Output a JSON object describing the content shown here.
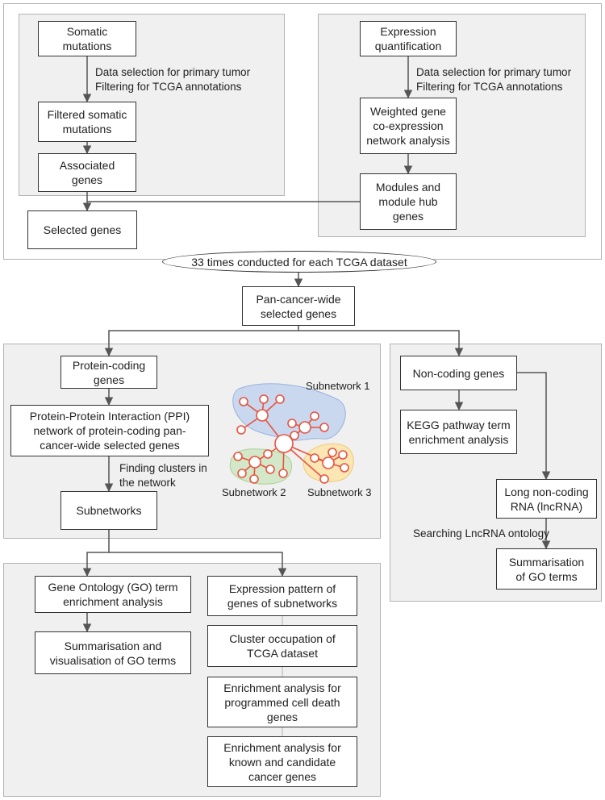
{
  "colors": {
    "panel_bg": "#f0f0f0",
    "line": "#555555",
    "network_edge": "#e8533f",
    "subnetwork1_fill": "#c9d7ef",
    "subnetwork2_fill": "#d3e8c8",
    "subnetwork3_fill": "#fbe6b4"
  },
  "top": {
    "somatic": "Somatic\nmutations",
    "somatic_filter_label": "Data selection for primary tumor\nFiltering for TCGA annotations",
    "filtered_somatic": "Filtered somatic\nmutations",
    "associated_genes": "Associated\ngenes",
    "selected_genes": "Selected genes",
    "expression": "Expression\nquantification",
    "expression_filter_label": "Data selection for primary tumor\nFiltering for TCGA annotations",
    "wgcna": "Weighted gene\nco-expression\nnetwork analysis",
    "modules": "Modules and\nmodule hub\ngenes"
  },
  "oval": "33 times conducted for each TCGA dataset",
  "pan_cancer": "Pan-cancer-wide\nselected genes",
  "coding": {
    "protein_coding": "Protein-coding\ngenes",
    "ppi": "Protein-Protein Interaction (PPI)\nnetwork of protein-coding pan-\ncancer-wide selected genes",
    "clusters_label": "Finding clusters in\nthe network",
    "subnetworks": "Subnetworks",
    "subnetwork_1": "Subnetwork 1",
    "subnetwork_2": "Subnetwork 2",
    "subnetwork_3": "Subnetwork 3"
  },
  "noncoding": {
    "noncoding_genes": "Non-coding genes",
    "kegg": "KEGG pathway term\nenrichment analysis",
    "lncrna": "Long non-coding\nRNA (lncRNA)",
    "search_label": "Searching LncRNA ontology",
    "summarisation": "Summarisation\nof GO terms"
  },
  "bottom": {
    "go_enrichment": "Gene Ontology (GO) term\nenrichment analysis",
    "go_summarisation": "Summarisation and\nvisualisation of GO terms",
    "expression_pattern": "Expression pattern of\ngenes of subnetworks",
    "cluster_occupation": "Cluster occupation of\nTCGA dataset",
    "cell_death": "Enrichment analysis for\nprogrammed cell death\ngenes",
    "cancer_genes": "Enrichment analysis for\nknown and candidate\ncancer genes"
  }
}
